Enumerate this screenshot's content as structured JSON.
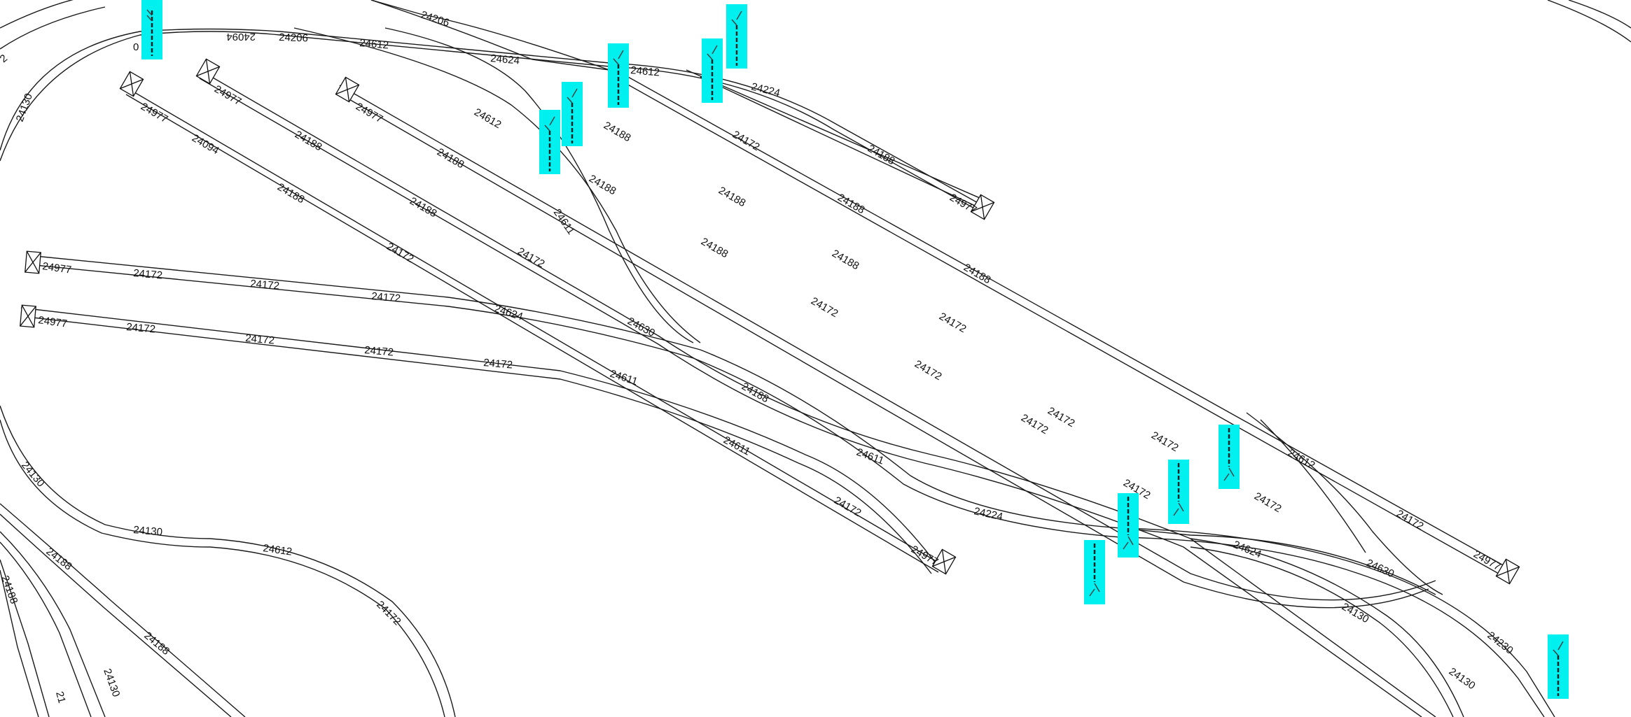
{
  "diagram": {
    "labels": {
      "t0": "24206",
      "t1": "0",
      "t2": "24094",
      "t3": "24206",
      "t4": "24612",
      "t5": "24624",
      "t6": "24612",
      "t7": "24224",
      "t8": "24130",
      "t9": "24977",
      "t10": "24977",
      "t11": "24977",
      "t12": "24094",
      "t13": "24188",
      "t14": "24188",
      "t15": "24612",
      "t16": "24188",
      "t17": "24172",
      "t18": "24188",
      "t19": "24188",
      "t20": "24188",
      "t21": "24977",
      "t22": "24188",
      "t23": "24188",
      "t24": "24611",
      "t25": "24188",
      "t26": "24172",
      "t27": "24188",
      "t28": "24188",
      "t29": "24977",
      "t30": "24172",
      "t31": "24172",
      "t32": "24172",
      "t33": "24977",
      "t34": "24172",
      "t35": "24172",
      "t36": "24172",
      "t37": "24172",
      "t38": "24624",
      "t39": "24630",
      "t40": "24172",
      "t41": "24611",
      "t42": "24188",
      "t43": "24172",
      "t44": "24188",
      "t45": "24172",
      "t46": "24172",
      "t47": "24611",
      "t48": "24611",
      "t49": "24172",
      "t50": "24977",
      "t51": "24172",
      "t52": "24224",
      "t53": "24172",
      "t54": "24172",
      "t55": "24172",
      "t56": "24624",
      "t57": "24612",
      "t58": "24172",
      "t59": "24977",
      "t60": "24630",
      "t61": "24172",
      "t62": "24230",
      "t63": "24130",
      "t64": "24130",
      "t65": "24130",
      "t66": "24130",
      "t67": "24612",
      "t68": "24172",
      "t69": "24188",
      "t70": "24188",
      "t71": "24188",
      "t72": "24130",
      "t73": "21",
      "t74": "2"
    },
    "colors": {
      "signal_highlight": "#00f0f0",
      "track": "#1a1a1a",
      "background": "#ffffff"
    },
    "icons": {
      "signal": "semaphore-signal-icon",
      "buffer_stop": "buffer-stop-icon"
    }
  }
}
